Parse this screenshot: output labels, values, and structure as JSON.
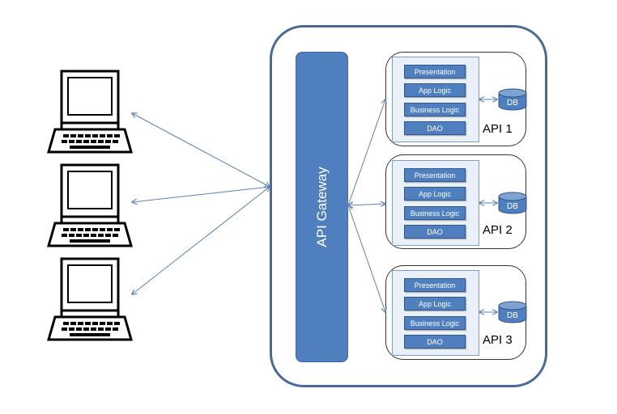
{
  "gateway": {
    "label": "API Gateway"
  },
  "apis": [
    {
      "name": "API 1",
      "layers": [
        "Presentation",
        "App Logic",
        "Business Logic",
        "DAO"
      ],
      "db": "DB"
    },
    {
      "name": "API 2",
      "layers": [
        "Presentation",
        "App Logic",
        "Business Logic",
        "DAO"
      ],
      "db": "DB"
    },
    {
      "name": "API 3",
      "layers": [
        "Presentation",
        "App Logic",
        "Business Logic",
        "DAO"
      ],
      "db": "DB"
    }
  ],
  "clients": [
    {
      "icon": "computer-terminal-icon"
    },
    {
      "icon": "computer-terminal-icon"
    },
    {
      "icon": "computer-terminal-icon"
    }
  ],
  "colors": {
    "box_blue": "#4f7fbf",
    "border": "#4a6a96",
    "arrow": "#5b82b8"
  }
}
